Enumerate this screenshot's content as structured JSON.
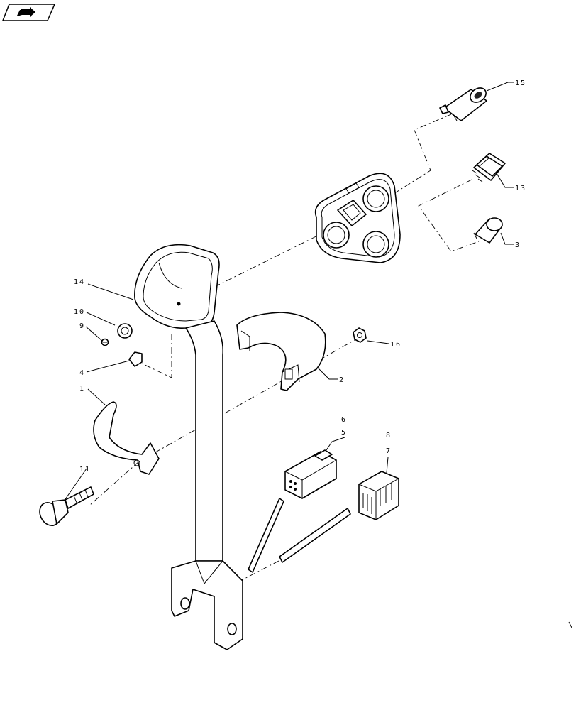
{
  "nav": {
    "icon": "arrow-right-icon",
    "label": ""
  },
  "callouts": [
    {
      "id": "c15",
      "text": "15"
    },
    {
      "id": "c13",
      "text": "13"
    },
    {
      "id": "c3",
      "text": "3"
    },
    {
      "id": "c14",
      "text": "14"
    },
    {
      "id": "c10",
      "text": "10"
    },
    {
      "id": "c9",
      "text": "9"
    },
    {
      "id": "c16",
      "text": "16"
    },
    {
      "id": "c4",
      "text": "4"
    },
    {
      "id": "c2",
      "text": "2"
    },
    {
      "id": "c1",
      "text": "1"
    },
    {
      "id": "c6",
      "text": "6"
    },
    {
      "id": "c5",
      "text": "5"
    },
    {
      "id": "c8",
      "text": "8"
    },
    {
      "id": "c7",
      "text": "7"
    },
    {
      "id": "c11",
      "text": "11"
    }
  ]
}
